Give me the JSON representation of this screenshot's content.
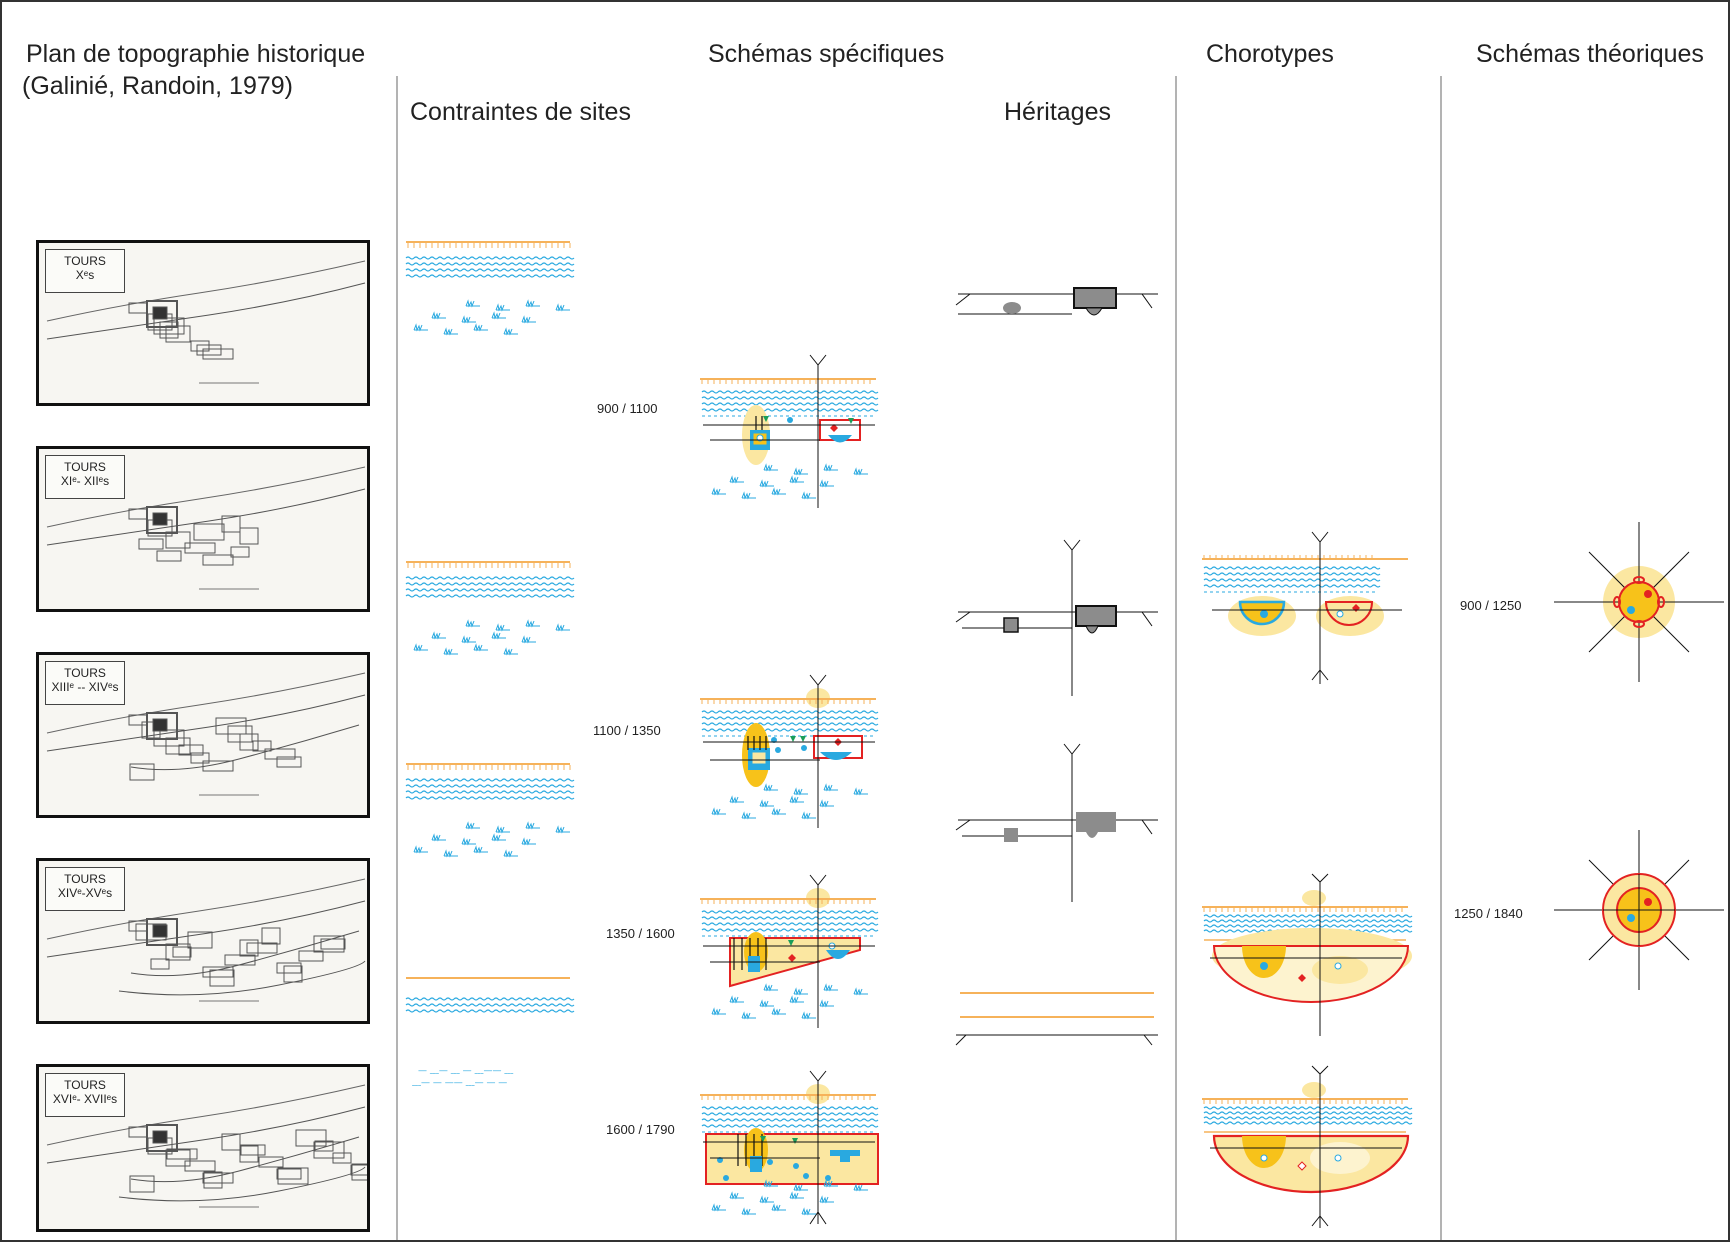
{
  "headers": {
    "plan_line1": "Plan de topographie historique",
    "plan_line2": "(Galinié, Randoin, 1979)",
    "schemas_specifiques": "Schémas spécifiques",
    "contraintes": "Contraintes de sites",
    "heritages": "Héritages",
    "chorotypes": "Chorotypes",
    "schemas_theoriques": "Schémas théoriques"
  },
  "maps": [
    {
      "title": "TOURS",
      "period": "Xᵉs"
    },
    {
      "title": "TOURS",
      "period": "XIᵉ- XIIᵉs"
    },
    {
      "title": "TOURS",
      "period": "XIIIᵉ -- XIVᵉs"
    },
    {
      "title": "TOURS",
      "period": "XIVᵉ-XVᵉs"
    },
    {
      "title": "TOURS",
      "period": "XVIᵉ- XVIIᵉs"
    }
  ],
  "specific_periods": [
    "900 / 1100",
    "1100 / 1350",
    "1350 / 1600",
    "1600 / 1790"
  ],
  "theoretical_periods": [
    "900 / 1250",
    "1250 / 1840"
  ],
  "colors": {
    "water": "#29a9e0",
    "land_tick": "#f6b25a",
    "yellow": "#fbe7a1",
    "gold": "#f7c21a",
    "red": "#e32222",
    "green": "#1a9e5a",
    "grey": "#8c8c8c",
    "separator": "#b3b3b3"
  }
}
